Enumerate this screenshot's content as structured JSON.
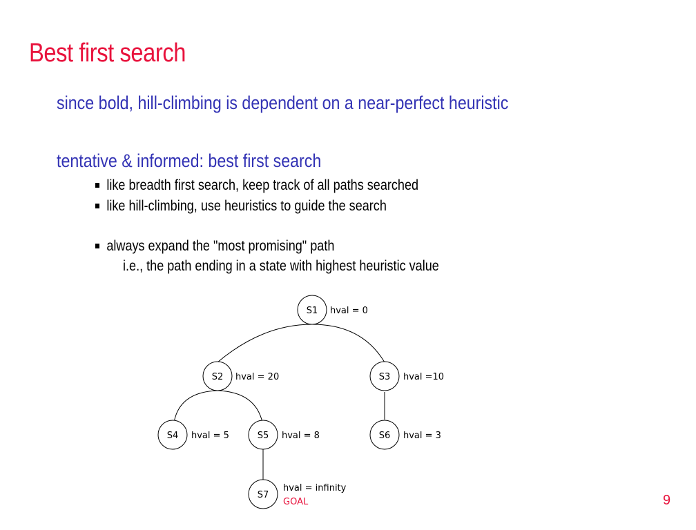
{
  "slide": {
    "title": "Best first search",
    "lines": [
      "since bold, hill-climbing is dependent on a near-perfect heuristic",
      "tentative & informed: best first search"
    ],
    "bullets": [
      "like breadth first search, keep track of all paths searched",
      "like hill-climbing, use heuristics to guide the search",
      "always expand the \"most promising\" path"
    ],
    "subline": "i.e., the path ending in a state with highest heuristic value",
    "page_number": "9",
    "colors": {
      "title": "#e8123c",
      "text": "#3232b4",
      "goal": "#e8123c"
    }
  },
  "tree": {
    "nodes": {
      "s1": {
        "label": "S1",
        "hval": "hval = 0"
      },
      "s2": {
        "label": "S2",
        "hval": "hval = 20"
      },
      "s3": {
        "label": "S3",
        "hval": "hval =10"
      },
      "s4": {
        "label": "S4",
        "hval": "hval = 5"
      },
      "s5": {
        "label": "S5",
        "hval": "hval = 8"
      },
      "s6": {
        "label": "S6",
        "hval": "hval = 3"
      },
      "s7": {
        "label": "S7",
        "hval": "hval = infinity",
        "goal": "GOAL"
      }
    }
  }
}
